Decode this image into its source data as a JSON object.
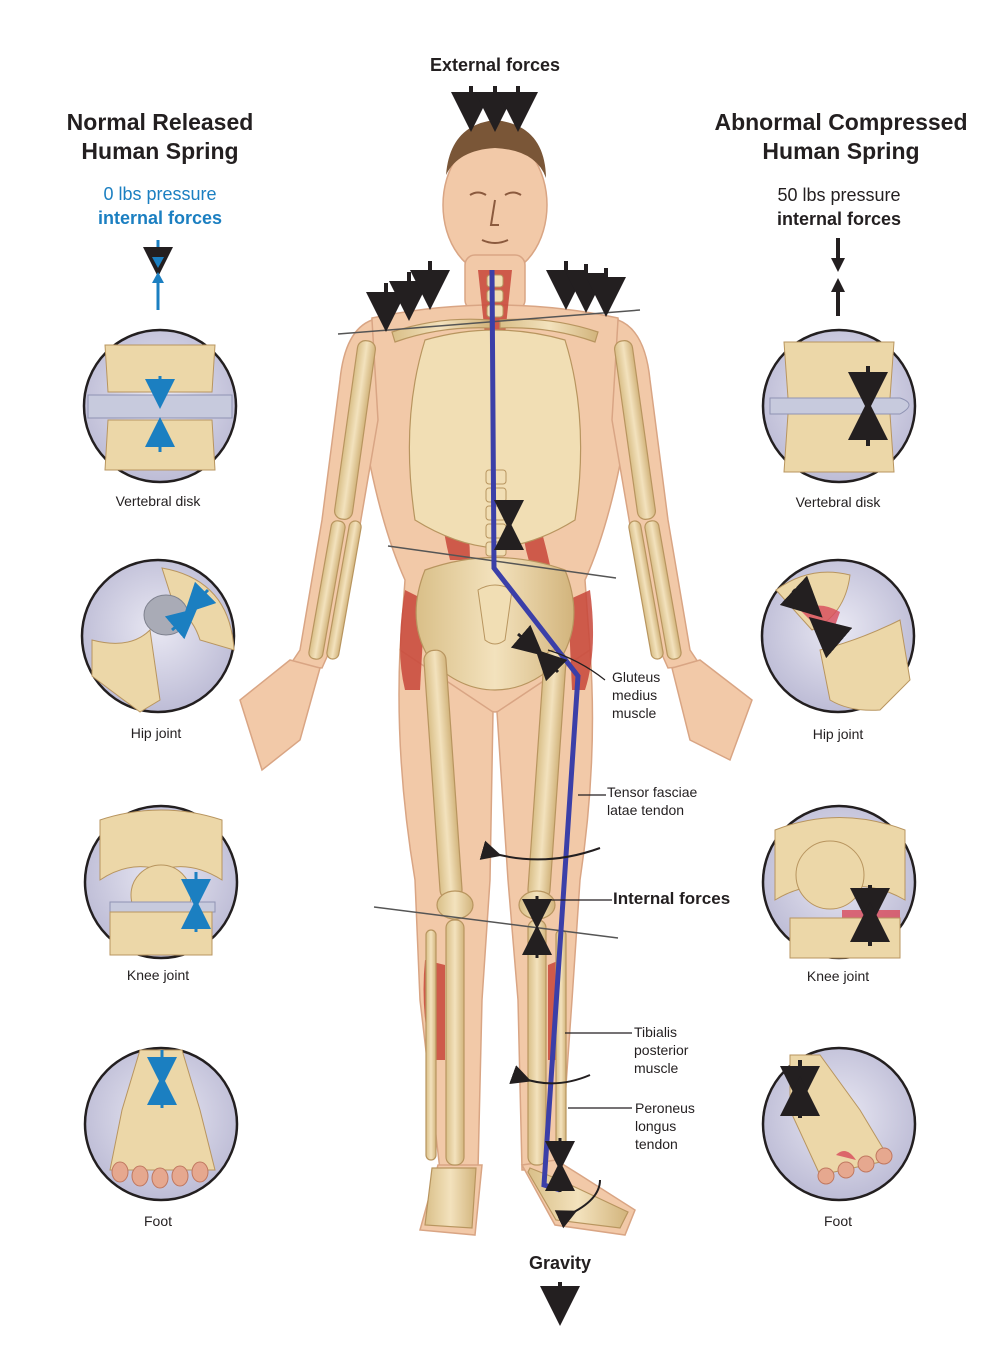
{
  "top_label": "External forces",
  "bottom_label": "Gravity",
  "left_panel": {
    "title_line1": "Normal Released",
    "title_line2": "Human Spring",
    "pressure": "0 lbs pressure",
    "forces": "internal forces",
    "accent_color": "#1b7fc1",
    "insets": [
      {
        "caption": "Vertebral disk"
      },
      {
        "caption": "Hip joint"
      },
      {
        "caption": "Knee joint"
      },
      {
        "caption": "Foot"
      }
    ]
  },
  "right_panel": {
    "title_line1": "Abnormal Compressed",
    "title_line2": "Human Spring",
    "pressure": "50 lbs pressure",
    "forces": "internal forces",
    "accent_color": "#231f20",
    "insets": [
      {
        "caption": "Vertebral disk"
      },
      {
        "caption": "Hip joint"
      },
      {
        "caption": "Knee joint"
      },
      {
        "caption": "Foot"
      }
    ]
  },
  "callouts": {
    "gluteus": [
      "Gluteus",
      "medius",
      "muscle"
    ],
    "tensor": [
      "Tensor fasciae",
      "latae tendon"
    ],
    "internal": "Internal forces",
    "tibialis": [
      "Tibialis",
      "posterior",
      "muscle"
    ],
    "peroneus": [
      "Peroneus",
      "longus",
      "tendon"
    ]
  },
  "colors": {
    "force_line": "#3b3fa8",
    "muscle": "#c8473a",
    "bone": "#ecd7a8",
    "skin": "#f2c9a8"
  }
}
